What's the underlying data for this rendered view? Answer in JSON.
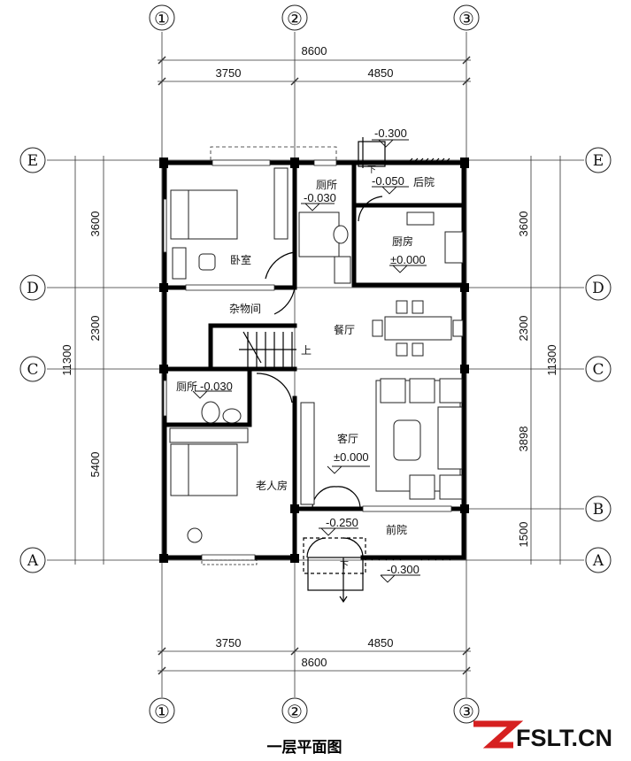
{
  "axes": {
    "columns": [
      "①",
      "②",
      "③"
    ],
    "rows": [
      "E",
      "D",
      "C",
      "B",
      "A"
    ]
  },
  "dimensions": {
    "total_width": "8600",
    "bay_left": "3750",
    "bay_right": "4850",
    "total_depth": "11300",
    "left": [
      "3600",
      "2300",
      "5400"
    ],
    "right": [
      "3600",
      "2300",
      "3898",
      "1500"
    ]
  },
  "rooms": {
    "bedroom": "卧室",
    "toilet_top": "厕所",
    "back_yard": "后院",
    "kitchen": "厨房",
    "storage": "杂物间",
    "dining": "餐厅",
    "stairs_up": "上",
    "down_top": "下",
    "down_front": "下",
    "toilet_bottom": "厕所",
    "living": "客厅",
    "elder_room": "老人房",
    "front_yard": "前院"
  },
  "levels": {
    "back_entry": "-0.300",
    "back_yard": "-0.050",
    "toilet_top": "-0.030",
    "kitchen": "±0.000",
    "toilet_bottom": "-0.030",
    "living": "±0.000",
    "porch": "-0.250",
    "front_ground": "-0.300"
  },
  "title": "一层平面图",
  "logo": "FSLT.CN"
}
